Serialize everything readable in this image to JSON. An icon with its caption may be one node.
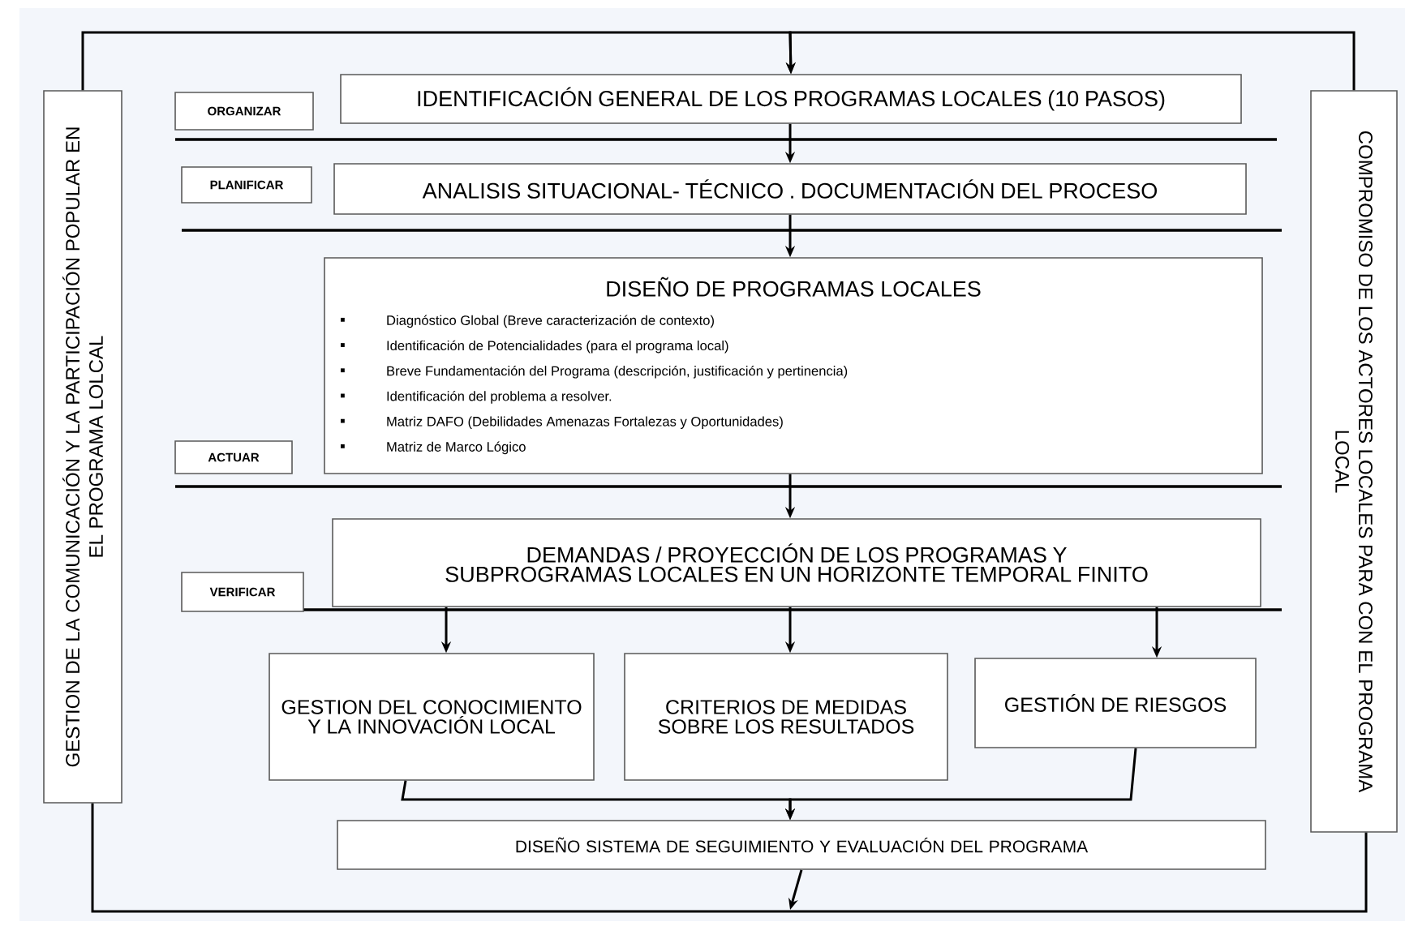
{
  "diagram": {
    "nodes": [
      {
        "text": [
          "GESTION DE LA COMUNICACIÓN Y LA PARTICIPACIÓN POPULAR EN EL PROGRAMA LOLCAL"
        ]
      },
      {
        "text": [
          "COMPROMISO DE LOS ACTORES LOCALES PARA CON EL PROGRAMA LOCAL"
        ]
      },
      {
        "text": [
          "ORGANIZAR"
        ]
      },
      {
        "text": [
          "IDENTIFICACIÓN GENERAL DE LOS PROGRAMAS LOCALES (10 PASOS)"
        ]
      },
      {
        "text": [
          "PLANIFICAR"
        ]
      },
      {
        "text": [
          "ANALISIS SITUACIONAL- TÉCNICO . DOCUMENTACIÓN DEL PROCESO"
        ]
      },
      {
        "text": [
          "DISEÑO DE PROGRAMAS LOCALES",
          "Diagnóstico Global (Breve caracterización de contexto)",
          "Identificación de Potencialidades (para el programa local)",
          "Breve Fundamentación del Programa (descripción, justificación y pertinencia)",
          "Identificación del problema a resolver.",
          "Matriz DAFO (Debilidades Amenazas Fortalezas y Oportunidades)",
          "Matriz de Marco Lógico"
        ]
      },
      {
        "text": [
          "ACTUAR"
        ]
      },
      {
        "text": [
          "DEMANDAS / PROYECCIÓN DE LOS PROGRAMAS Y SUBPROGRAMAS LOCALES EN UN HORIZONTE TEMPORAL FINITO"
        ]
      },
      {
        "text": [
          "VERIFICAR"
        ]
      },
      {
        "text": [
          "GESTION DEL CONOCIMIENTO Y LA INNOVACIÓN LOCAL"
        ]
      },
      {
        "text": [
          "CRITERIOS DE MEDIDAS SOBRE LOS RESULTADOS"
        ]
      },
      {
        "text": [
          "GESTIÓN DE RIESGOS"
        ]
      },
      {
        "text": [
          "DISEÑO SISTEMA DE SEGUIMIENTO Y EVALUACIÓN DEL PROGRAMA"
        ]
      }
    ],
    "edges": [
      {
        "from": 0,
        "to": 3,
        "arrow": "to"
      },
      {
        "from": 1,
        "to": 3,
        "arrow": "to"
      },
      {
        "from": 3,
        "to": 5,
        "arrow": "to"
      },
      {
        "from": 5,
        "to": 6,
        "arrow": "to"
      },
      {
        "from": 6,
        "to": 8,
        "arrow": "to"
      },
      {
        "from": 8,
        "to": 10,
        "arrow": "to"
      },
      {
        "from": 8,
        "to": 11,
        "arrow": "to"
      },
      {
        "from": 8,
        "to": 12,
        "arrow": "to"
      },
      {
        "from": 10,
        "to": 13,
        "arrow": "to"
      },
      {
        "from": 12,
        "to": 13,
        "arrow": "to"
      },
      {
        "from": 13,
        "to": null,
        "arrow": "to"
      },
      {
        "from": 0,
        "to": 1,
        "arrow": "none"
      }
    ]
  }
}
